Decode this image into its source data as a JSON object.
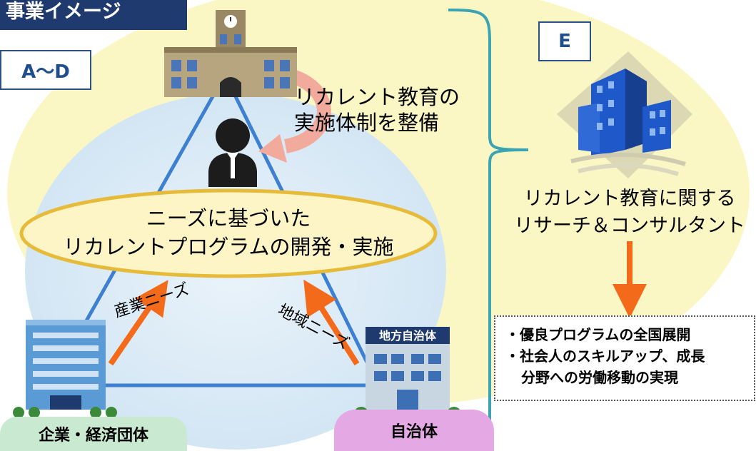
{
  "title": "事業イメージ",
  "label_ad": "A〜D",
  "label_e": "E",
  "infra_lines": [
    "リカレント教育の",
    "実施体制を整備"
  ],
  "program_lines": [
    "ニーズに基づいた",
    "リカレントプログラムの開発・実施"
  ],
  "needs_industry": "産業ニーズ",
  "needs_region": "地域ニーズ",
  "research_lines": [
    "リカレント教育に関する",
    "リサーチ＆コンサルタント"
  ],
  "outcome_lines": [
    "・優良プログラムの全国展開",
    "・社会人のスキルアップ、成長",
    "分野への労働移動の実現"
  ],
  "gov_sign": "地方自治体",
  "label_companies": "企業・経済団体",
  "label_municipality": "自治体",
  "colors": {
    "title_bg": "#1f3a6e",
    "label_text": "#1f4e8c",
    "outer_ellipse": "#fbf7c4",
    "inner_circle": "#dcebf6",
    "program_ellipse": "#fdf5c6",
    "program_border": "#e7bb3a",
    "triangle": "#3d7fd1",
    "arrow_orange": "#f36b1a",
    "arrow_pink": "#f2aa9c",
    "brace": "#3ba3b2",
    "pill_companies": "#c9ead0",
    "pill_municipality": "#e4a8e4"
  },
  "icons": [
    "university-building-icon",
    "person-icon",
    "company-building-icon",
    "municipal-office-icon",
    "consulting-office-icon"
  ]
}
